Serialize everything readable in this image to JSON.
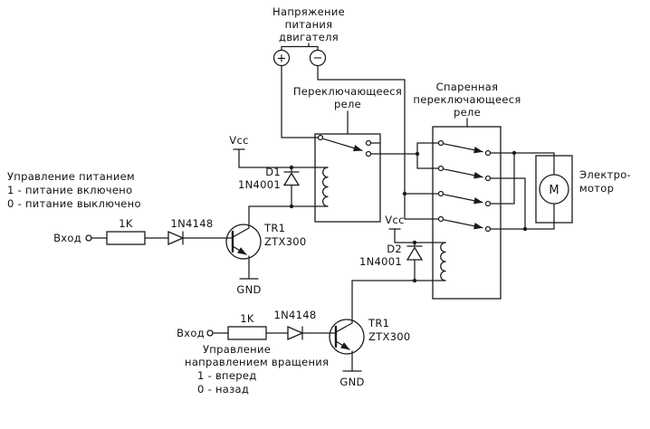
{
  "supply": {
    "title": [
      "Напряжение",
      "питания",
      "двигателя"
    ],
    "plus": "+",
    "minus": "−"
  },
  "relay1": {
    "label": [
      "Переключающееся",
      "реле"
    ]
  },
  "relay2": {
    "label": [
      "Спаренная",
      "переключающееся",
      "реле"
    ]
  },
  "motor": {
    "label": [
      "Электро-",
      "мотор"
    ],
    "symbol": "M"
  },
  "ch1": {
    "control": [
      "Управление питанием",
      "1 - питание включено",
      "0 - питание выключено"
    ],
    "input": "Вход",
    "resistor": "1K",
    "diode": "1N4148",
    "vcc": "Vcc",
    "flyback_name": "D1",
    "flyback_part": "1N4001",
    "tr_name": "TR1",
    "tr_part": "ZTX300",
    "gnd": "GND"
  },
  "ch2": {
    "control": [
      "Управление",
      "направлением вращения",
      "1 - вперед",
      "0 - назад"
    ],
    "input": "Вход",
    "resistor": "1K",
    "diode": "1N4148",
    "vcc": "Vcc",
    "flyback_name": "D2",
    "flyback_part": "1N4001",
    "tr_name": "TR1",
    "tr_part": "ZTX300",
    "gnd": "GND"
  }
}
